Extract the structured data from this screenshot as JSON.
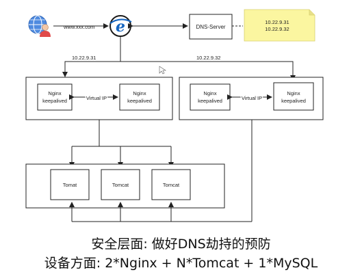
{
  "diagram": {
    "client_url": "www.xxx.com",
    "dns_server_label": "DNS-Server",
    "dns_note_lines": [
      "10.22.9.31",
      "10.22.9.32"
    ],
    "ip_left": "10.22.9.31",
    "ip_right": "10.22.9.32",
    "nginx_name": "Nginx",
    "nginx_sub": "keepalived",
    "virtual_ip": "Virtual IP",
    "tomcat_label": "Tomcat",
    "tomcat_labels": [
      "Tomat",
      "Tomcat",
      "Tomcat"
    ]
  },
  "captions": {
    "line1": "安全层面: 做好DNS劫持的预防",
    "line2": "设备方面: 2*Nginx + N*Tomcat + 1*MySQL"
  },
  "colors": {
    "note_fill": "#fbf6a0",
    "browser_icon": "#1565c0",
    "globe_icon": "#3f7fd6",
    "user_icon": "#e04a4a"
  }
}
